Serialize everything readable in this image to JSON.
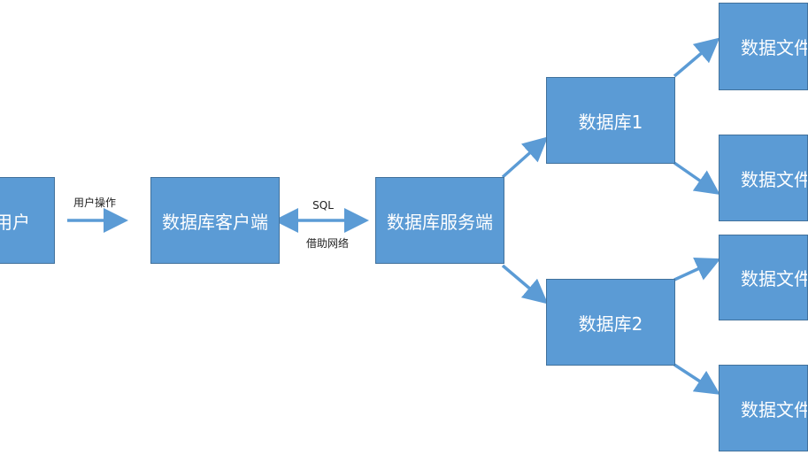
{
  "colors": {
    "box_fill": "#5b9bd5",
    "box_border": "#41719c",
    "box_text": "#ffffff",
    "arrow": "#5b9bd5",
    "label_text": "#222222"
  },
  "nodes": {
    "user": "用户",
    "client": "数据库客户端",
    "server": "数据库服务端",
    "db1": "数据库1",
    "db2": "数据库2",
    "file1": "数据文件",
    "file2": "数据文件",
    "file3": "数据文件",
    "file4": "数据文件"
  },
  "edges": {
    "user_to_client": "用户操作",
    "client_server_top": "SQL",
    "client_server_bottom": "借助网络"
  }
}
